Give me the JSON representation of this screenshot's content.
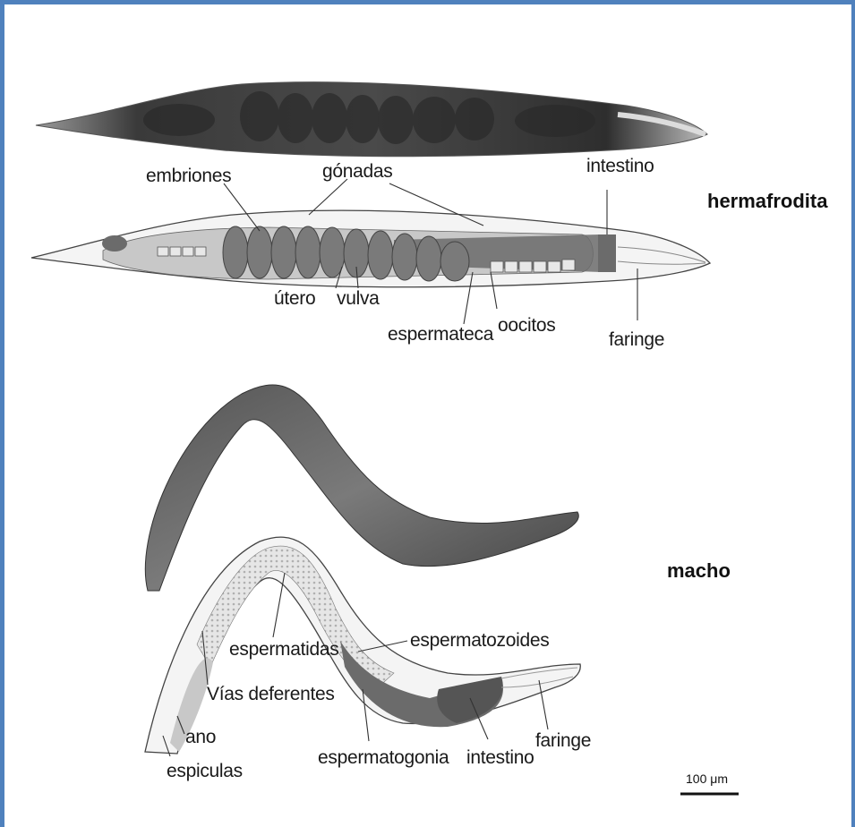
{
  "sexes": {
    "hermaphrodite": "hermafrodita",
    "male": "macho"
  },
  "hermaphrodite_labels": {
    "embryos": "embriones",
    "gonads": "gónadas",
    "intestine": "intestino",
    "uterus": "útero",
    "vulva": "vulva",
    "spermatheca": "espermateca",
    "oocytes": "oocitos",
    "pharynx": "faringe"
  },
  "male_labels": {
    "spermatids": "espermatidas",
    "spermatozoa": "espermatozoides",
    "vas_deferens": "Vías deferentes",
    "anus": "ano",
    "spicules": "espiculas",
    "spermatogonia": "espermatogonia",
    "intestine": "intestino",
    "pharynx": "faringe"
  },
  "scale_bar": "100 μm",
  "colors": {
    "frame": "#4f81bd",
    "organ_dark": "#6b6b6b",
    "organ_light": "#c8c8c8",
    "body_fill": "#f4f4f4"
  }
}
